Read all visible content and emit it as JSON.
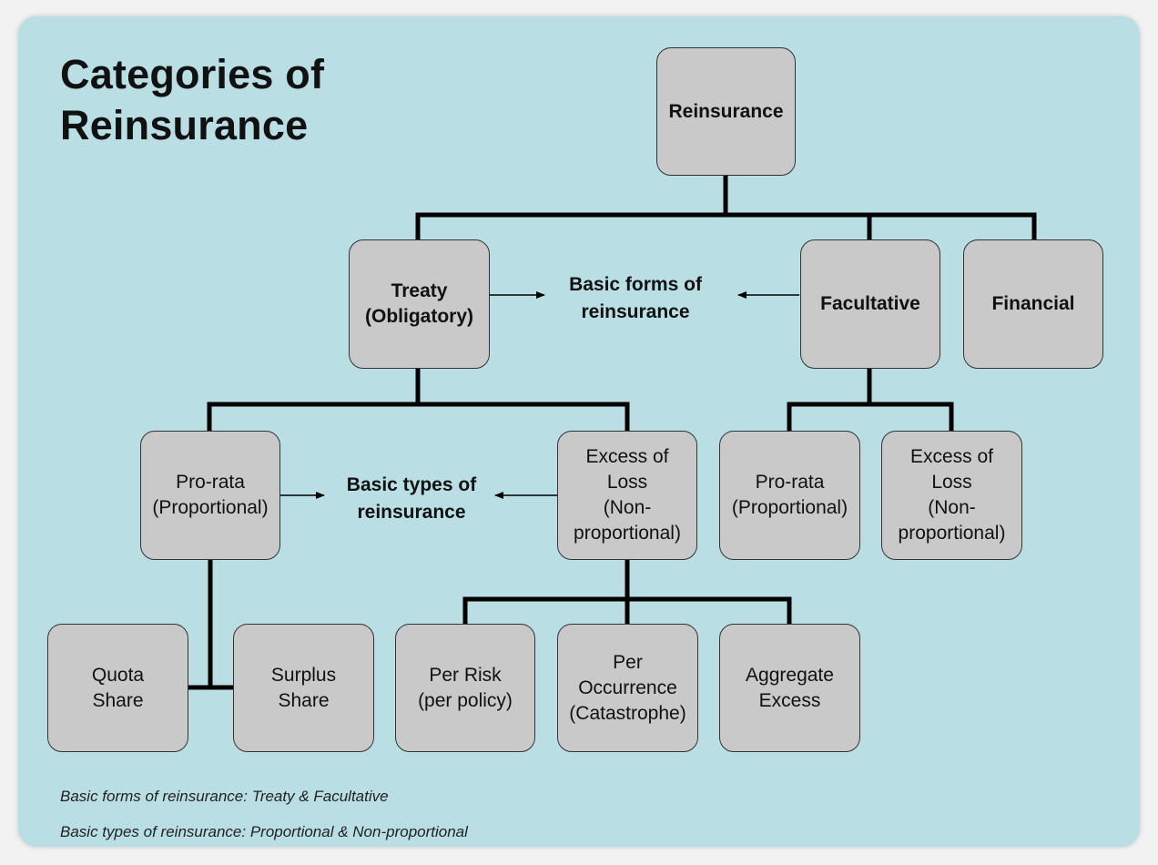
{
  "title": {
    "line1": "Categories of",
    "line2": "Reinsurance"
  },
  "nodes": {
    "reinsurance": "Reinsurance",
    "treaty": "Treaty\n(Obligatory)",
    "facultative": "Facultative",
    "financial": "Financial",
    "treaty_prorata": "Pro-rata\n(Proportional)",
    "treaty_xol": "Excess of\nLoss\n(Non-\nproportional)",
    "fac_prorata": "Pro-rata\n(Proportional)",
    "fac_xol": "Excess of\nLoss\n(Non-\nproportional)",
    "quota_share": "Quota\nShare",
    "surplus_share": "Surplus\nShare",
    "per_risk": "Per Risk\n(per policy)",
    "per_occurrence": "Per\nOccurrence\n(Catastrophe)",
    "aggregate_excess": "Aggregate\nExcess"
  },
  "notes": {
    "basic_forms": "Basic forms of\nreinsurance",
    "basic_types": "Basic types of\nreinsurance"
  },
  "footer": {
    "line1": "Basic forms of reinsurance: Treaty & Facultative",
    "line2": "Basic types of reinsurance: Proportional & Non-proportional"
  },
  "colors": {
    "background": "#b9dfe4",
    "box_fill": "#c9c9c9",
    "connector": "#000000"
  }
}
